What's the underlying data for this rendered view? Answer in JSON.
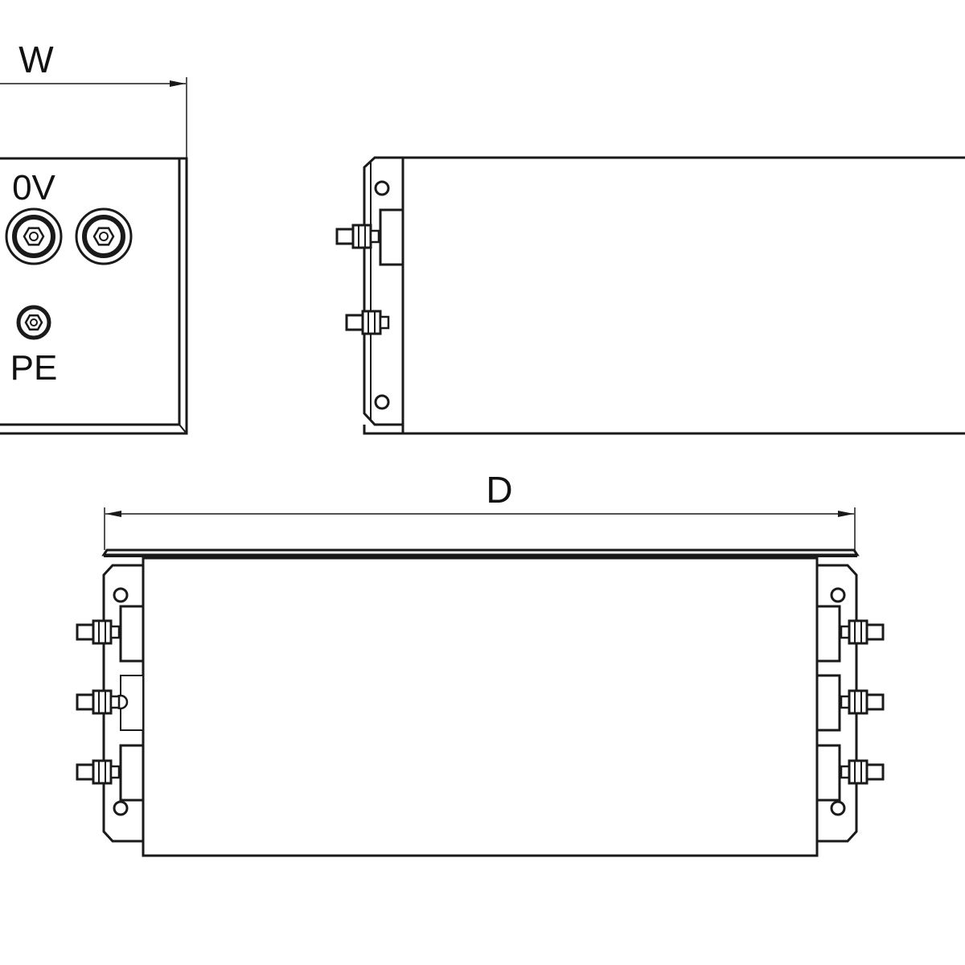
{
  "labels": {
    "width_dim": "W",
    "depth_dim": "D",
    "terminal_0v": "0V",
    "terminal_pe": "PE"
  },
  "colors": {
    "stroke": "#1a1a1a",
    "background": "#ffffff"
  }
}
